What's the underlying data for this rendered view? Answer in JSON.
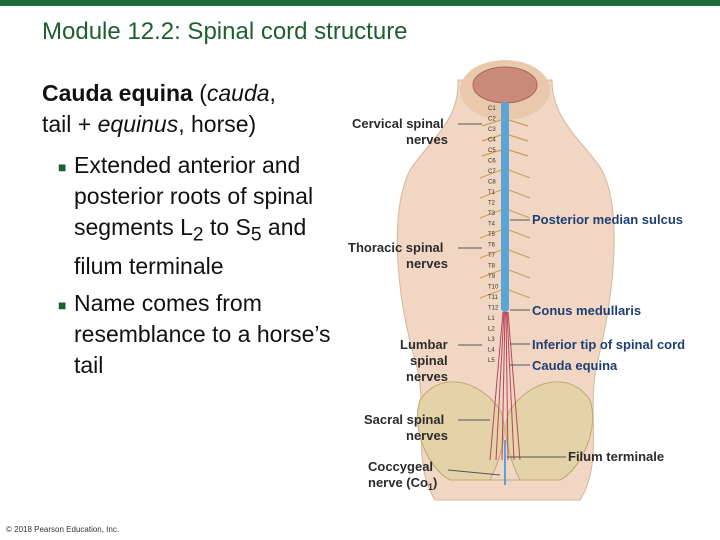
{
  "slide": {
    "title": "Module 12.2: Spinal cord structure",
    "intro": {
      "term": "Cauda equina",
      "space": " (",
      "cauda": "cauda",
      "comma": ",",
      "tail": "tail + ",
      "equinus": "equinus",
      "horse": ", horse)"
    },
    "bullets": [
      {
        "p1": "Extended anterior and posterior roots of spinal segments L",
        "sub1": "2",
        "p2": " to S",
        "sub2": "5",
        "p3": " and filum terminale"
      },
      {
        "text": "Name comes from resemblance to a horse’s tail"
      }
    ],
    "copyright": "© 2018 Pearson Education, Inc."
  },
  "figure": {
    "left_labels": {
      "cervical_1": "Cervical spinal",
      "cervical_2": "nerves",
      "thoracic_1": "Thoracic spinal",
      "thoracic_2": "nerves",
      "lumbar_1": "Lumbar",
      "lumbar_2": "spinal",
      "lumbar_3": "nerves",
      "sacral_1": "Sacral spinal",
      "sacral_2": "nerves",
      "coccygeal_1": "Coccygeal",
      "coccygeal_2": "nerve (Co",
      "coccygeal_sub": "1",
      "coccygeal_3": ")"
    },
    "right_labels": {
      "posterior_median_sulcus": "Posterior median sulcus",
      "conus_medullaris": "Conus medullaris",
      "inferior_tip": "Inferior tip of spinal cord",
      "cauda_equina": "Cauda equina",
      "filum_terminale": "Filum terminale"
    },
    "segments": [
      "C1",
      "C2",
      "C3",
      "C4",
      "C5",
      "C6",
      "C7",
      "C8",
      "T1",
      "T2",
      "T3",
      "T4",
      "T5",
      "T6",
      "T7",
      "T8",
      "T9",
      "T10",
      "T11",
      "T12",
      "L1",
      "L2",
      "L3",
      "L4",
      "L5"
    ]
  }
}
